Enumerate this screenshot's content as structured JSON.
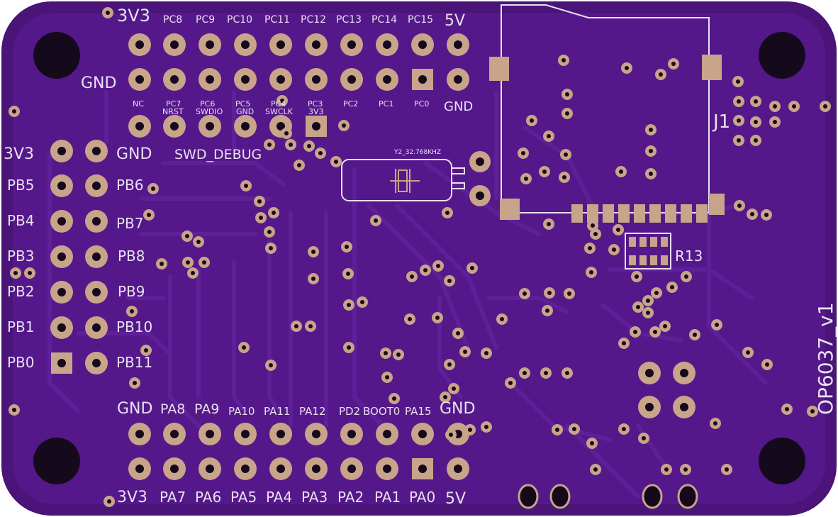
{
  "board": {
    "name": "OP6037_v1",
    "colors": {
      "substrate": "#4a1478",
      "copper": "#55188a",
      "trace": "#5c1f96",
      "pad": "#c8a48a",
      "hole": "#150a1c",
      "silk": "#e8e0f0"
    }
  },
  "top_header": {
    "row1": [
      "3V3",
      "PC8",
      "PC9",
      "PC10",
      "PC11",
      "PC12",
      "PC13",
      "PC14",
      "PC15",
      "5V"
    ],
    "row2": [
      "GND"
    ],
    "row3_top": [
      "NC",
      "PC7",
      "PC6",
      "PC5",
      "PC4",
      "PC3",
      "PC2",
      "PC1",
      "PC0",
      "GND"
    ],
    "row3_bottom": [
      "",
      "NRST",
      "SWDIO",
      "GND",
      "SWCLK",
      "3V3",
      "",
      "",
      "",
      ""
    ]
  },
  "left_header": {
    "top_left": "3V3",
    "top_right": "GND",
    "debug_label": "SWD_DEBUG",
    "left": [
      "PB5",
      "PB4",
      "PB3",
      "PB2",
      "PB1",
      "PB0"
    ],
    "right": [
      "PB6",
      "PB7",
      "PB8",
      "PB9",
      "PB10",
      "PB11"
    ]
  },
  "bottom_header": {
    "top": [
      "GND",
      "PA8",
      "PA9",
      "PA10",
      "PA11",
      "PA12",
      "PD2",
      "BOOT0",
      "PA15",
      "GND"
    ],
    "bottom": [
      "3V3",
      "PA7",
      "PA6",
      "PA5",
      "PA4",
      "PA3",
      "PA2",
      "PA1",
      "PA0",
      "5V"
    ]
  },
  "components": {
    "crystal": "Y2_32.768KHZ",
    "connector": "J1",
    "resistor": "R13"
  }
}
